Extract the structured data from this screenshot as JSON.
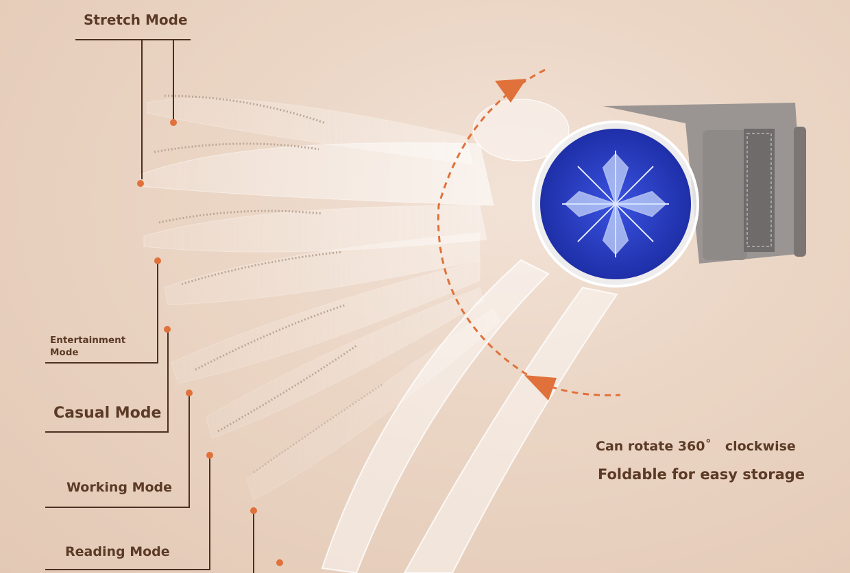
{
  "modes": {
    "stretch": "Stretch Mode",
    "entertainment": "Entertainment Mode",
    "casual": "Casual Mode",
    "working": "Working Mode",
    "reading": "Reading Mode"
  },
  "features": {
    "rotate": "Can rotate 360˚   clockwise",
    "fold": "Foldable for easy storage"
  },
  "colors": {
    "text": "#5b3a26",
    "accent": "#e0713a",
    "disc": "#2b3fc4",
    "strap": "#8e8a88"
  }
}
